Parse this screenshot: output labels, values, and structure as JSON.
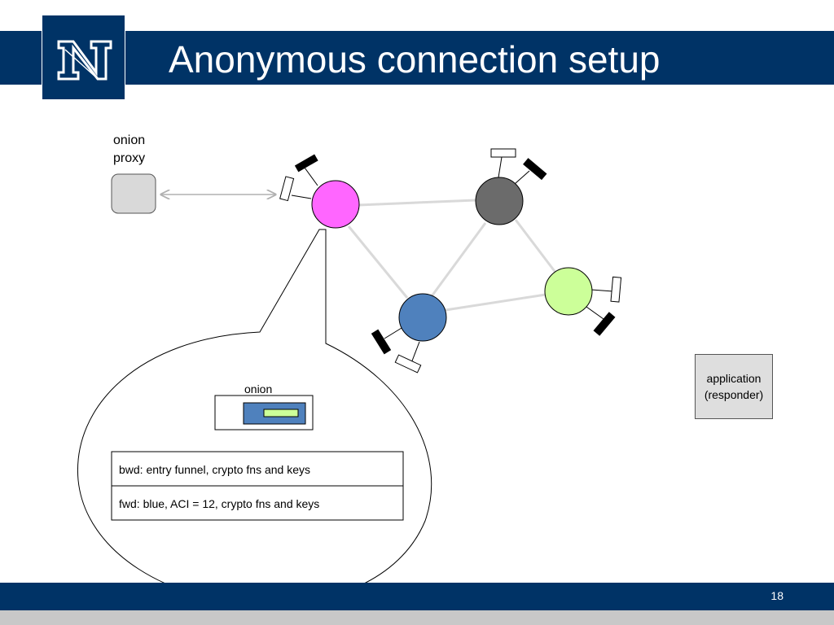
{
  "slide": {
    "title": "Anonymous connection setup",
    "page_number": "18",
    "logo_letter": "N"
  },
  "colors": {
    "header": "#003366",
    "footer_gray": "#c8c8c8",
    "entry_node": "#ff66ff",
    "middle_node": "#6b6b6b",
    "blue_node": "#4f81bd",
    "green_node": "#ccff99",
    "proxy_box": "#d9d9d9"
  },
  "diagram": {
    "onion_proxy_label_1": "onion",
    "onion_proxy_label_2": "proxy",
    "onion_label": "onion",
    "table_rows": [
      "bwd: entry funnel, crypto fns and keys",
      "fwd: blue, ACI = 12, crypto fns and keys"
    ],
    "application_label_1": "application",
    "application_label_2": "(responder)"
  }
}
